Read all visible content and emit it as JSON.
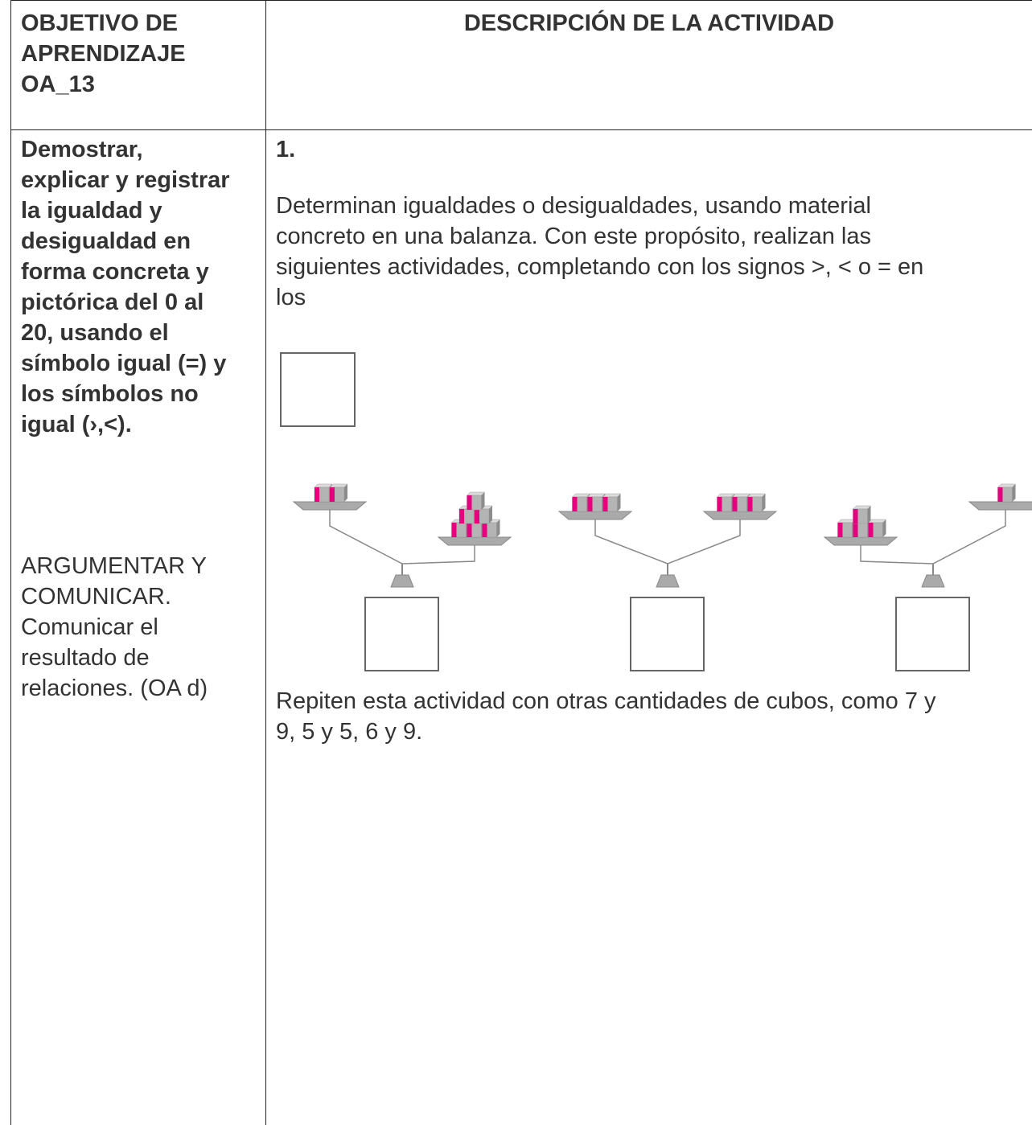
{
  "header": {
    "left_lines": [
      "OBJETIVO DE",
      "APRENDIZAJE",
      "OA_13"
    ],
    "right_title": "DESCRIPCIÓN DE LA ACTIVIDAD"
  },
  "objective": {
    "lines": [
      "Demostrar,",
      "explicar y registrar",
      "la igualdad y",
      "desigualdad en",
      "forma concreta y",
      "pictórica del 0 al",
      "20, usando el",
      "símbolo igual (=) y",
      "los símbolos no",
      "igual (›,<)."
    ],
    "skill_lines": [
      "ARGUMENTAR Y",
      "COMUNICAR.",
      "Comunicar el",
      "resultado de",
      "relaciones. (OA d)"
    ]
  },
  "activity": {
    "number": "1.",
    "instruction_lines": [
      "Determinan igualdades o desigualdades, usando material",
      "concreto en una balanza. Con este propósito, realizan las",
      "siguientes actividades, completando con los signos >, < o = en",
      "los"
    ],
    "balances": [
      {
        "left_cubes": 2,
        "right_cubes": 6
      },
      {
        "left_cubes": 3,
        "right_cubes": 3
      },
      {
        "left_cubes": 4,
        "right_cubes": 1
      }
    ],
    "followup_lines": [
      "Repiten esta actividad con otras cantidades de cubos, como 7 y",
      "9, 5 y 5, 6 y 9."
    ]
  },
  "colors": {
    "cube_pink": "#e6007e",
    "cube_gray": "#b4b4b4",
    "scale_gray": "#aaaaaa",
    "box_border": "#666666"
  }
}
